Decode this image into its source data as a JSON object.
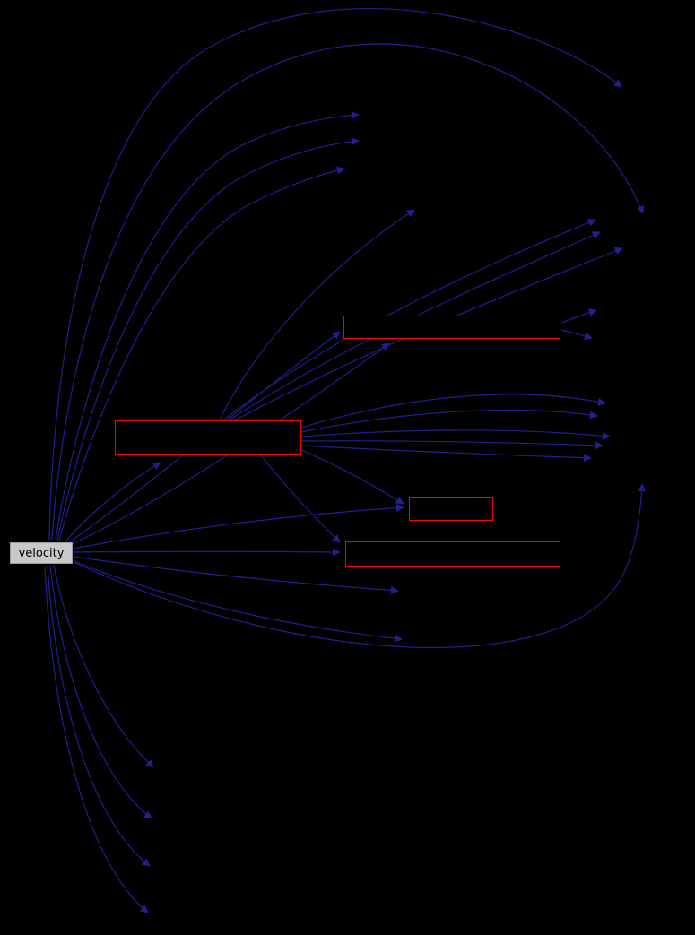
{
  "diagram": {
    "kind": "dependency-graph",
    "colors": {
      "background": "#000000",
      "edge": "#20208e",
      "arrowhead": "#20208e",
      "source_node_fill": "#c9c9c9",
      "source_node_text": "#000000",
      "truncated_node_border": "#ff0000",
      "truncated_node_fill": "#000000"
    },
    "nodes": [
      {
        "id": "velocity",
        "label": "velocity",
        "type": "source"
      },
      {
        "id": "node-red-1",
        "label": "",
        "type": "truncated"
      },
      {
        "id": "node-red-2",
        "label": "",
        "type": "truncated"
      },
      {
        "id": "node-red-3",
        "label": "",
        "type": "truncated"
      },
      {
        "id": "node-red-4",
        "label": "",
        "type": "truncated"
      }
    ],
    "edge_count": 31
  }
}
